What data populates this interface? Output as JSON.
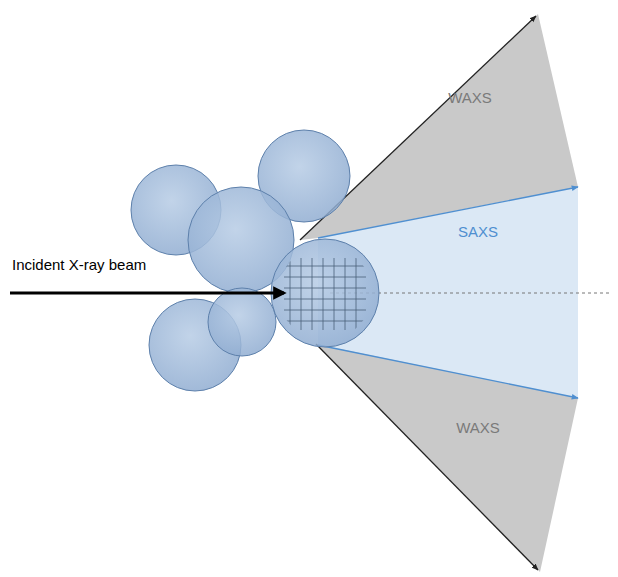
{
  "diagram": {
    "nodes": [
      {
        "text": [
          "WAXS"
        ]
      },
      {
        "text": [
          "SAXS"
        ]
      },
      {
        "text": [
          "WAXS"
        ]
      }
    ],
    "labels": [
      "Incident X-ray beam"
    ]
  }
}
